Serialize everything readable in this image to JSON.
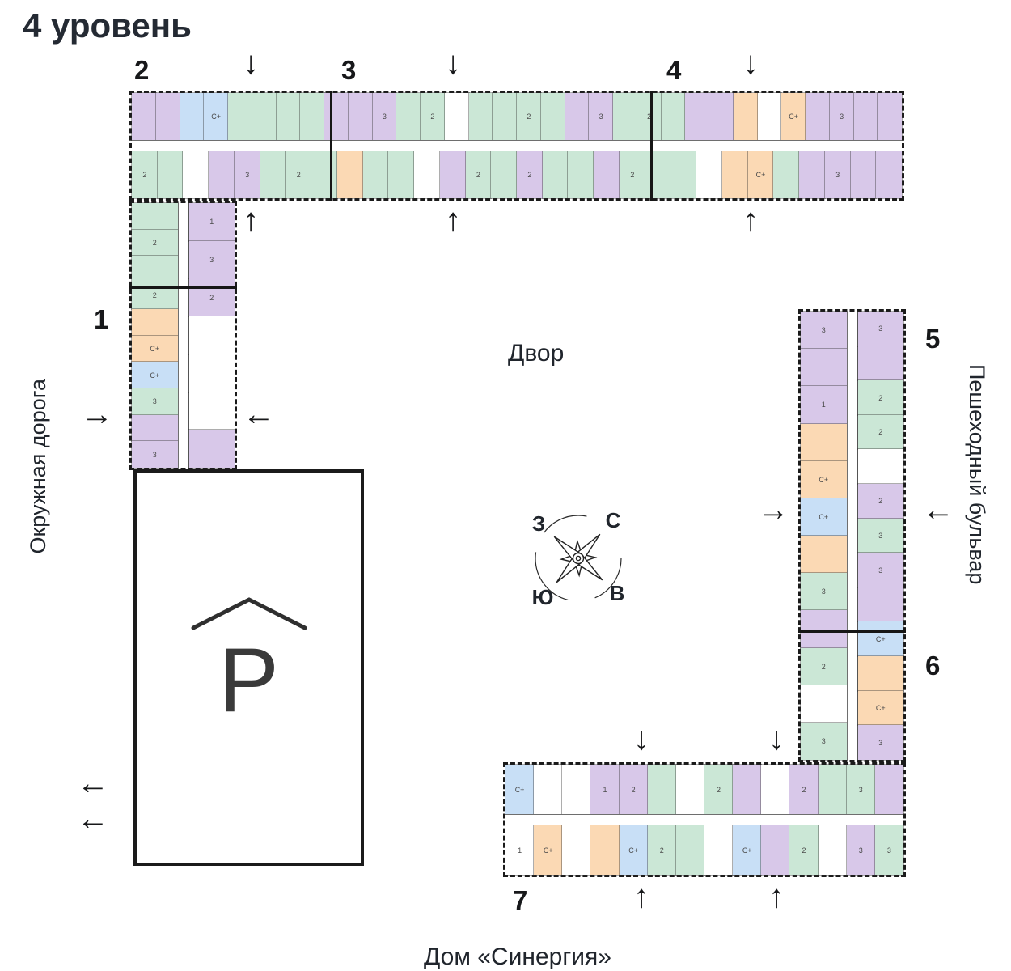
{
  "title": "4 уровень",
  "labels": {
    "courtyard": "Двор",
    "road_left": "Окружная дорога",
    "road_right": "Пешеходный бульвар",
    "building_name": "Дом «Синергия»",
    "parking": "P"
  },
  "compass": {
    "north": "С",
    "east": "В",
    "south": "Ю",
    "west": "З"
  },
  "sections": {
    "s1": "1",
    "s2": "2",
    "s3": "3",
    "s4": "4",
    "s5": "5",
    "s6": "6",
    "s7": "7"
  },
  "icons": {
    "arrow_up": "↑",
    "arrow_down": "↓",
    "arrow_left": "←",
    "arrow_right": "→"
  },
  "palette": {
    "purple": "#d8c8e9",
    "green": "#cbe7d6",
    "blue": "#c8dff6",
    "orange": "#fbd9b4",
    "white": "#ffffff"
  },
  "wings": {
    "wingTop": {
      "dir": "h",
      "strips": [
        {
          "type": "cells",
          "colors": [
            "purple",
            "purple",
            "blue",
            "blue|С+",
            "green",
            "green",
            "green",
            "green",
            "purple",
            "purple",
            "purple|3",
            "green",
            "green|2",
            "white",
            "green",
            "green",
            "green|2",
            "green",
            "purple",
            "purple|3",
            "green",
            "green|2",
            "green",
            "purple",
            "purple",
            "orange",
            "white",
            "orange|С+",
            "purple",
            "purple|3",
            "purple",
            "purple"
          ]
        },
        {
          "type": "corridor"
        },
        {
          "type": "cells",
          "colors": [
            "green|2",
            "green",
            "white",
            "purple",
            "purple|3",
            "green",
            "green|2",
            "green",
            "orange",
            "green",
            "green",
            "white",
            "purple",
            "green|2",
            "green",
            "purple|2",
            "green",
            "green",
            "purple",
            "green|2",
            "green",
            "green",
            "white",
            "orange",
            "orange|С+",
            "green",
            "purple",
            "purple|3",
            "purple",
            "purple"
          ]
        }
      ]
    },
    "wingLeft": {
      "dir": "v",
      "strips": [
        {
          "type": "cells",
          "colors": [
            "green",
            "green|2",
            "green",
            "green|2",
            "orange",
            "orange|С+",
            "blue|С+",
            "green|3",
            "purple",
            "purple|3"
          ]
        },
        {
          "type": "corridor"
        },
        {
          "type": "cells",
          "colors": [
            "purple|1",
            "purple|3",
            "purple|2",
            "white",
            "white",
            "white",
            "purple"
          ]
        }
      ]
    },
    "wingRight": {
      "dir": "v",
      "strips": [
        {
          "type": "cells",
          "colors": [
            "purple|3",
            "purple",
            "purple|1",
            "orange",
            "orange|С+",
            "blue|С+",
            "orange",
            "green|3",
            "purple",
            "green|2",
            "white",
            "green|3"
          ]
        },
        {
          "type": "corridor"
        },
        {
          "type": "cells",
          "colors": [
            "purple|3",
            "purple",
            "green|2",
            "green|2",
            "white",
            "purple|2",
            "green|3",
            "purple|3",
            "purple",
            "blue|С+",
            "orange",
            "orange|С+",
            "purple|3"
          ]
        }
      ]
    },
    "wingBottom": {
      "dir": "h",
      "strips": [
        {
          "type": "cells",
          "colors": [
            "blue|С+",
            "white",
            "white",
            "purple|1",
            "purple|2",
            "green",
            "white",
            "green|2",
            "purple",
            "white",
            "purple|2",
            "green",
            "green|3",
            "purple"
          ]
        },
        {
          "type": "corridor"
        },
        {
          "type": "cells",
          "colors": [
            "white|1",
            "orange|С+",
            "white",
            "orange",
            "blue|С+",
            "green|2",
            "green",
            "white",
            "blue|С+",
            "purple",
            "green|2",
            "white",
            "purple|3",
            "green|3"
          ]
        }
      ]
    }
  }
}
